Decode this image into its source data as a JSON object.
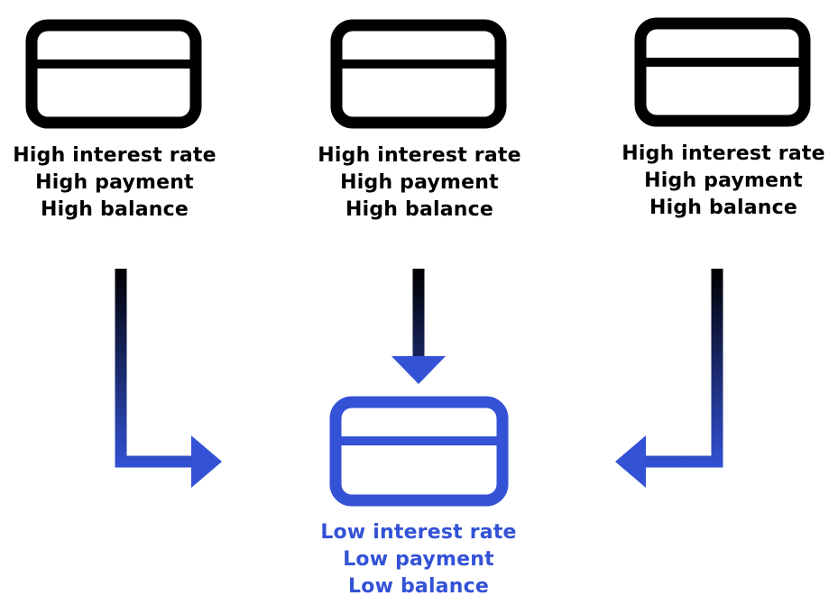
{
  "colors": {
    "card_stroke": "#000000",
    "accent": "#3352d6",
    "arrow_gradient_top": "#000000",
    "arrow_gradient_bottom": "#3352d6"
  },
  "icons": {
    "source_card": "credit-card-icon",
    "result_card": "credit-card-icon"
  },
  "source_cards": [
    {
      "line1": "High interest rate",
      "line2": "High payment",
      "line3": "High balance"
    },
    {
      "line1": "High interest rate",
      "line2": "High payment",
      "line3": "High balance"
    },
    {
      "line1": "High interest rate",
      "line2": "High payment",
      "line3": "High balance"
    }
  ],
  "result_card": {
    "line1": "Low interest rate",
    "line2": "Low payment",
    "line3": "Low balance"
  }
}
